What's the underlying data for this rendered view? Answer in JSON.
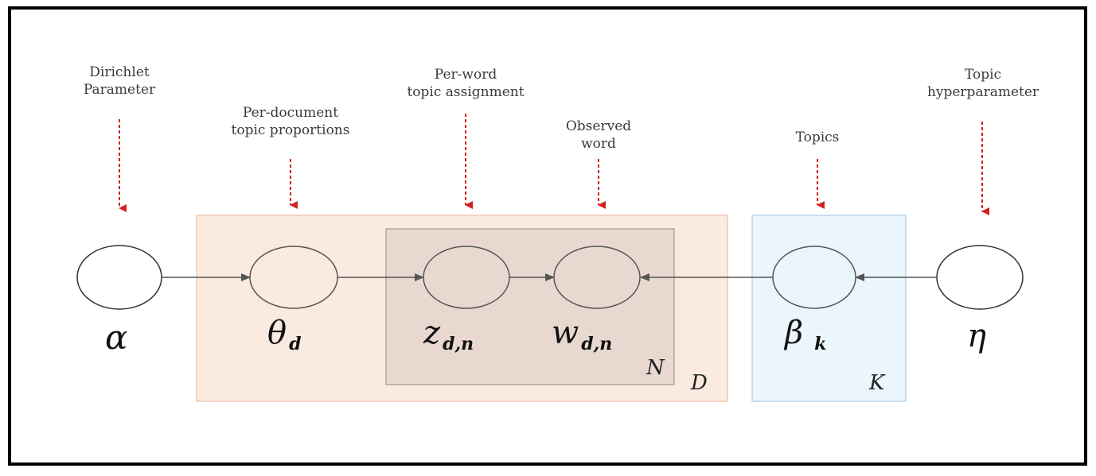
{
  "captions": {
    "dirichlet": [
      "Dirichlet",
      "Parameter"
    ],
    "per_document": [
      "Per-document",
      "topic proportions"
    ],
    "per_word": [
      "Per-word",
      "topic assignment"
    ],
    "observed": [
      "Observed",
      "word"
    ],
    "topics": [
      "Topics"
    ],
    "topic_hyper": [
      "Topic",
      "hyperparameter"
    ]
  },
  "nodes": {
    "alpha": {
      "symbol": "α",
      "sub": ""
    },
    "theta": {
      "symbol": "θ",
      "sub": "d"
    },
    "z": {
      "symbol": "z",
      "sub": "d,n"
    },
    "w": {
      "symbol": "w",
      "sub": "d,n"
    },
    "beta": {
      "symbol": "β",
      "sub": "k"
    },
    "eta": {
      "symbol": "η",
      "sub": ""
    }
  },
  "plates": {
    "D": "D",
    "N": "N",
    "K": "K"
  },
  "colors": {
    "plate_D_fill": "#fbeae0",
    "plate_D_stroke": "#f0c9b4",
    "plate_N_fill": "#e8d8d0",
    "plate_N_stroke": "#b8a59b",
    "plate_K_fill": "#eaf5fc",
    "plate_K_stroke": "#b9d6ea",
    "annotation_arrow": "#d42020",
    "edge": "#555555"
  }
}
